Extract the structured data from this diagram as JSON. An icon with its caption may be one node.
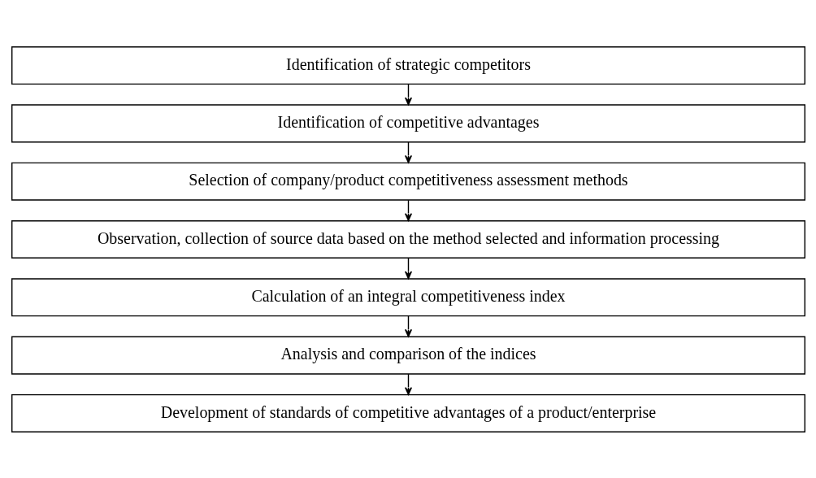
{
  "diagram": {
    "nodes": [
      {
        "text": [
          "Identification of strategic competitors"
        ]
      },
      {
        "text": [
          "Identification of competitive advantages"
        ]
      },
      {
        "text": [
          "Selection of company/product competitiveness assessment methods"
        ]
      },
      {
        "text": [
          "Observation, collection of source data based on the method selected and information processing"
        ]
      },
      {
        "text": [
          "Calculation of an integral competitiveness index"
        ]
      },
      {
        "text": [
          "Analysis and comparison of the indices"
        ]
      },
      {
        "text": [
          "Development of standards of competitive advantages of a product/enterprise"
        ]
      }
    ],
    "edges": [
      {
        "from": 0,
        "to": 1,
        "arrow": "to"
      },
      {
        "from": 1,
        "to": 2,
        "arrow": "to"
      },
      {
        "from": 2,
        "to": 3,
        "arrow": "to"
      },
      {
        "from": 3,
        "to": 4,
        "arrow": "to"
      },
      {
        "from": 4,
        "to": 5,
        "arrow": "to"
      },
      {
        "from": 5,
        "to": 6,
        "arrow": "to"
      }
    ]
  }
}
